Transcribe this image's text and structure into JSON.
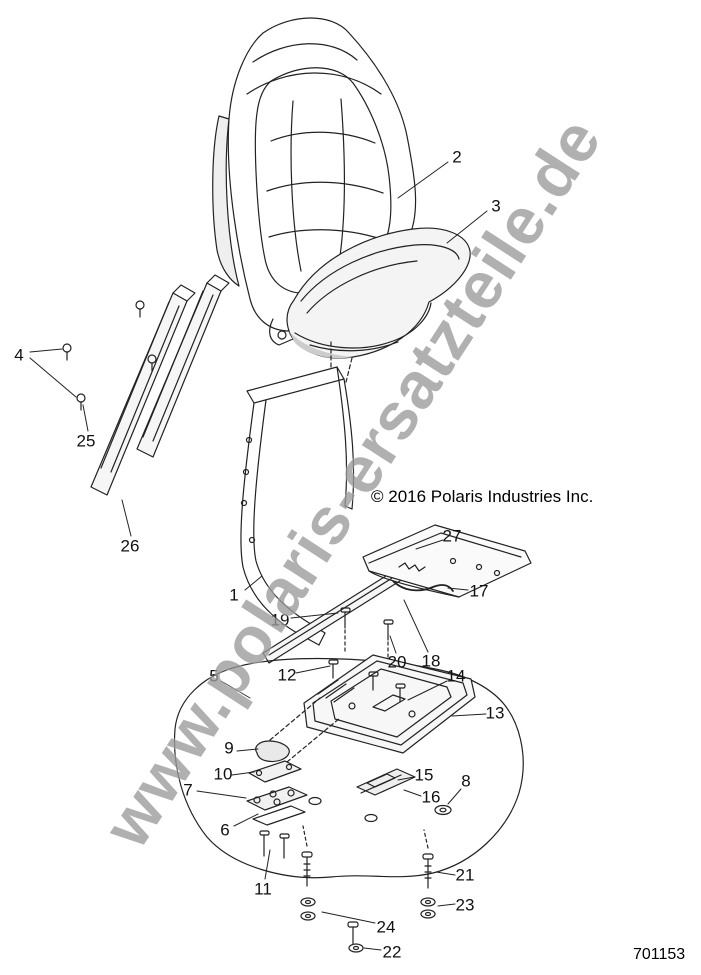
{
  "watermark": {
    "text": "www.polaris-ersatzteile.de"
  },
  "copyright": {
    "text": "© 2016 Polaris Industries Inc."
  },
  "drawing_number": {
    "text": "701153"
  },
  "callouts": [
    {
      "label": "1"
    },
    {
      "label": "2"
    },
    {
      "label": "3"
    },
    {
      "label": "4"
    },
    {
      "label": "5"
    },
    {
      "label": "6"
    },
    {
      "label": "7"
    },
    {
      "label": "8"
    },
    {
      "label": "9"
    },
    {
      "label": "10"
    },
    {
      "label": "11"
    },
    {
      "label": "12"
    },
    {
      "label": "13"
    },
    {
      "label": "14"
    },
    {
      "label": "15"
    },
    {
      "label": "16"
    },
    {
      "label": "17"
    },
    {
      "label": "18"
    },
    {
      "label": "19"
    },
    {
      "label": "20"
    },
    {
      "label": "21"
    },
    {
      "label": "22"
    },
    {
      "label": "23"
    },
    {
      "label": "24"
    },
    {
      "label": "25"
    },
    {
      "label": "26"
    },
    {
      "label": "27"
    }
  ]
}
